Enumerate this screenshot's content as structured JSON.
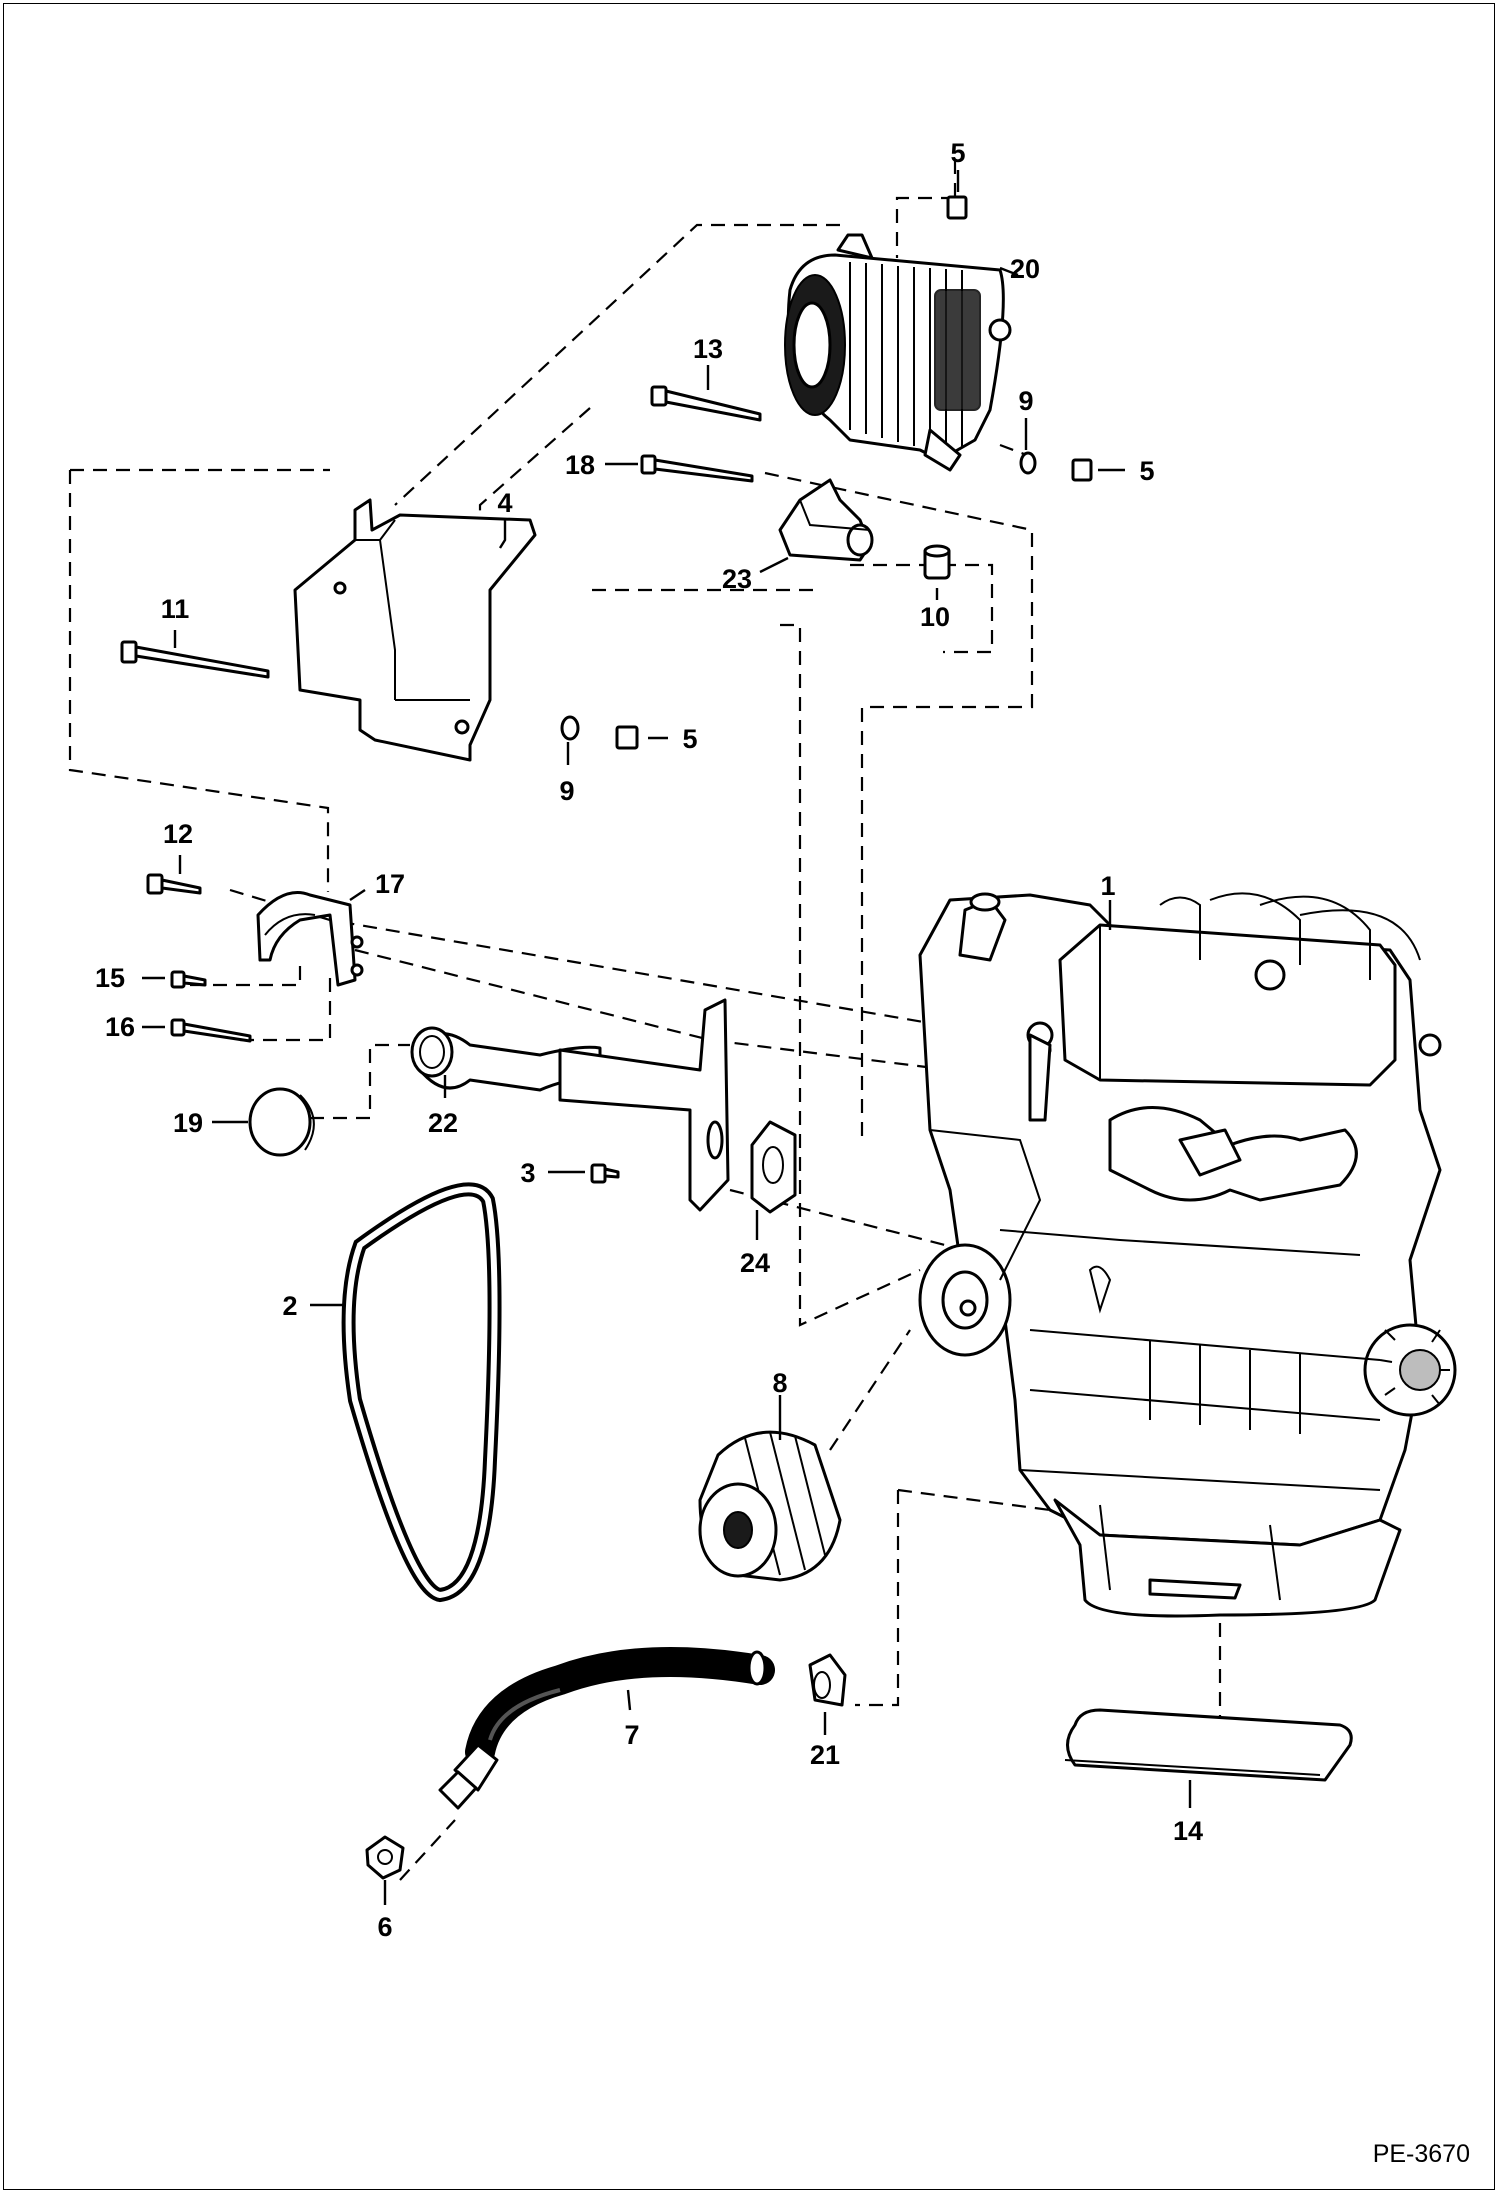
{
  "drawing_id": "PE-3670",
  "callouts": [
    {
      "id": "c5a",
      "text": "5"
    },
    {
      "id": "c20",
      "text": "20"
    },
    {
      "id": "c13",
      "text": "13"
    },
    {
      "id": "c9a",
      "text": "9"
    },
    {
      "id": "c5b",
      "text": "5"
    },
    {
      "id": "c18",
      "text": "18"
    },
    {
      "id": "c4",
      "text": "4"
    },
    {
      "id": "c23",
      "text": "23"
    },
    {
      "id": "c10",
      "text": "10"
    },
    {
      "id": "c11",
      "text": "11"
    },
    {
      "id": "c5c",
      "text": "5"
    },
    {
      "id": "c9b",
      "text": "9"
    },
    {
      "id": "c12",
      "text": "12"
    },
    {
      "id": "c17",
      "text": "17"
    },
    {
      "id": "c1",
      "text": "1"
    },
    {
      "id": "c15",
      "text": "15"
    },
    {
      "id": "c16",
      "text": "16"
    },
    {
      "id": "c19",
      "text": "19"
    },
    {
      "id": "c22",
      "text": "22"
    },
    {
      "id": "c3",
      "text": "3"
    },
    {
      "id": "c24",
      "text": "24"
    },
    {
      "id": "c2",
      "text": "2"
    },
    {
      "id": "c8",
      "text": "8"
    },
    {
      "id": "c7",
      "text": "7"
    },
    {
      "id": "c21",
      "text": "21"
    },
    {
      "id": "c14",
      "text": "14"
    },
    {
      "id": "c6",
      "text": "6"
    }
  ]
}
